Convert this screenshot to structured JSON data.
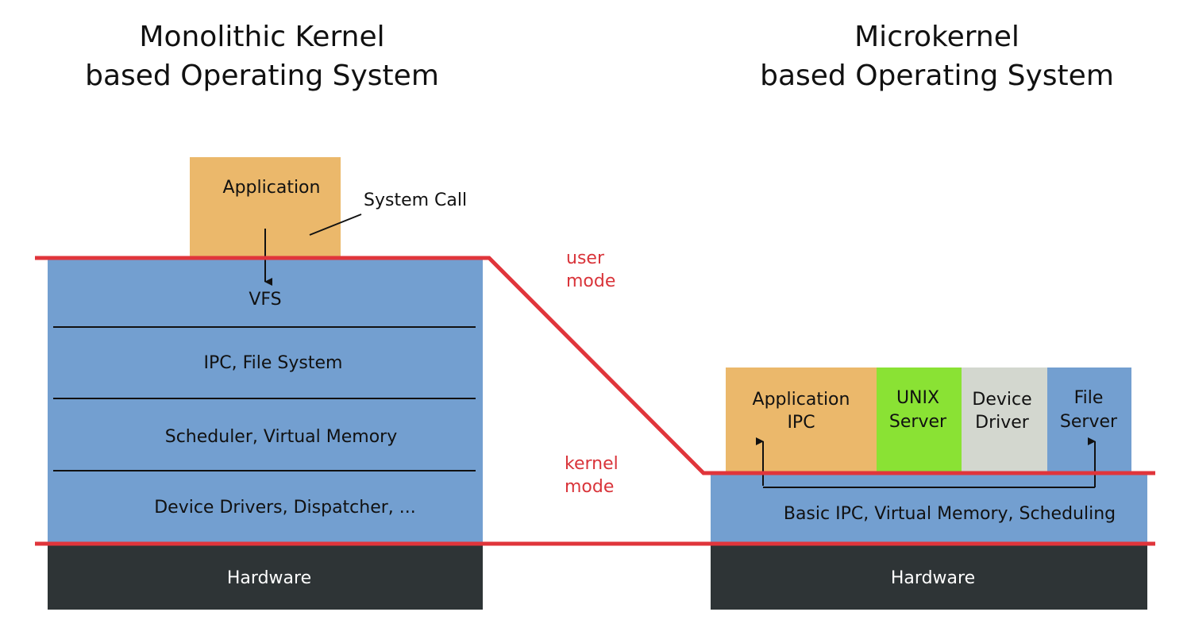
{
  "colors": {
    "kernel_blue": "#739fd0",
    "application_orange": "#ebb86b",
    "unix_green": "#8ae234",
    "device_gray": "#d3d7cf",
    "hardware_dark": "#2e3436",
    "mode_red": "#e0353b"
  },
  "monolithic": {
    "title_line1": "Monolithic Kernel",
    "title_line2": "based Operating System",
    "application": "Application",
    "system_call": "System Call",
    "layers": [
      "VFS",
      "IPC, File System",
      "Scheduler, Virtual Memory",
      "Device Drivers, Dispatcher, ..."
    ],
    "hardware": "Hardware"
  },
  "microkernel": {
    "title_line1": "Microkernel",
    "title_line2": "based Operating System",
    "servers": [
      {
        "line1": "Application",
        "line2": "IPC"
      },
      {
        "line1": "UNIX",
        "line2": "Server"
      },
      {
        "line1": "Device",
        "line2": "Driver"
      },
      {
        "line1": "File",
        "line2": "Server"
      }
    ],
    "kernel": "Basic IPC, Virtual Memory, Scheduling",
    "hardware": "Hardware"
  },
  "modes": {
    "user_line1": "user",
    "user_line2": "mode",
    "kernel_line1": "kernel",
    "kernel_line2": "mode"
  }
}
